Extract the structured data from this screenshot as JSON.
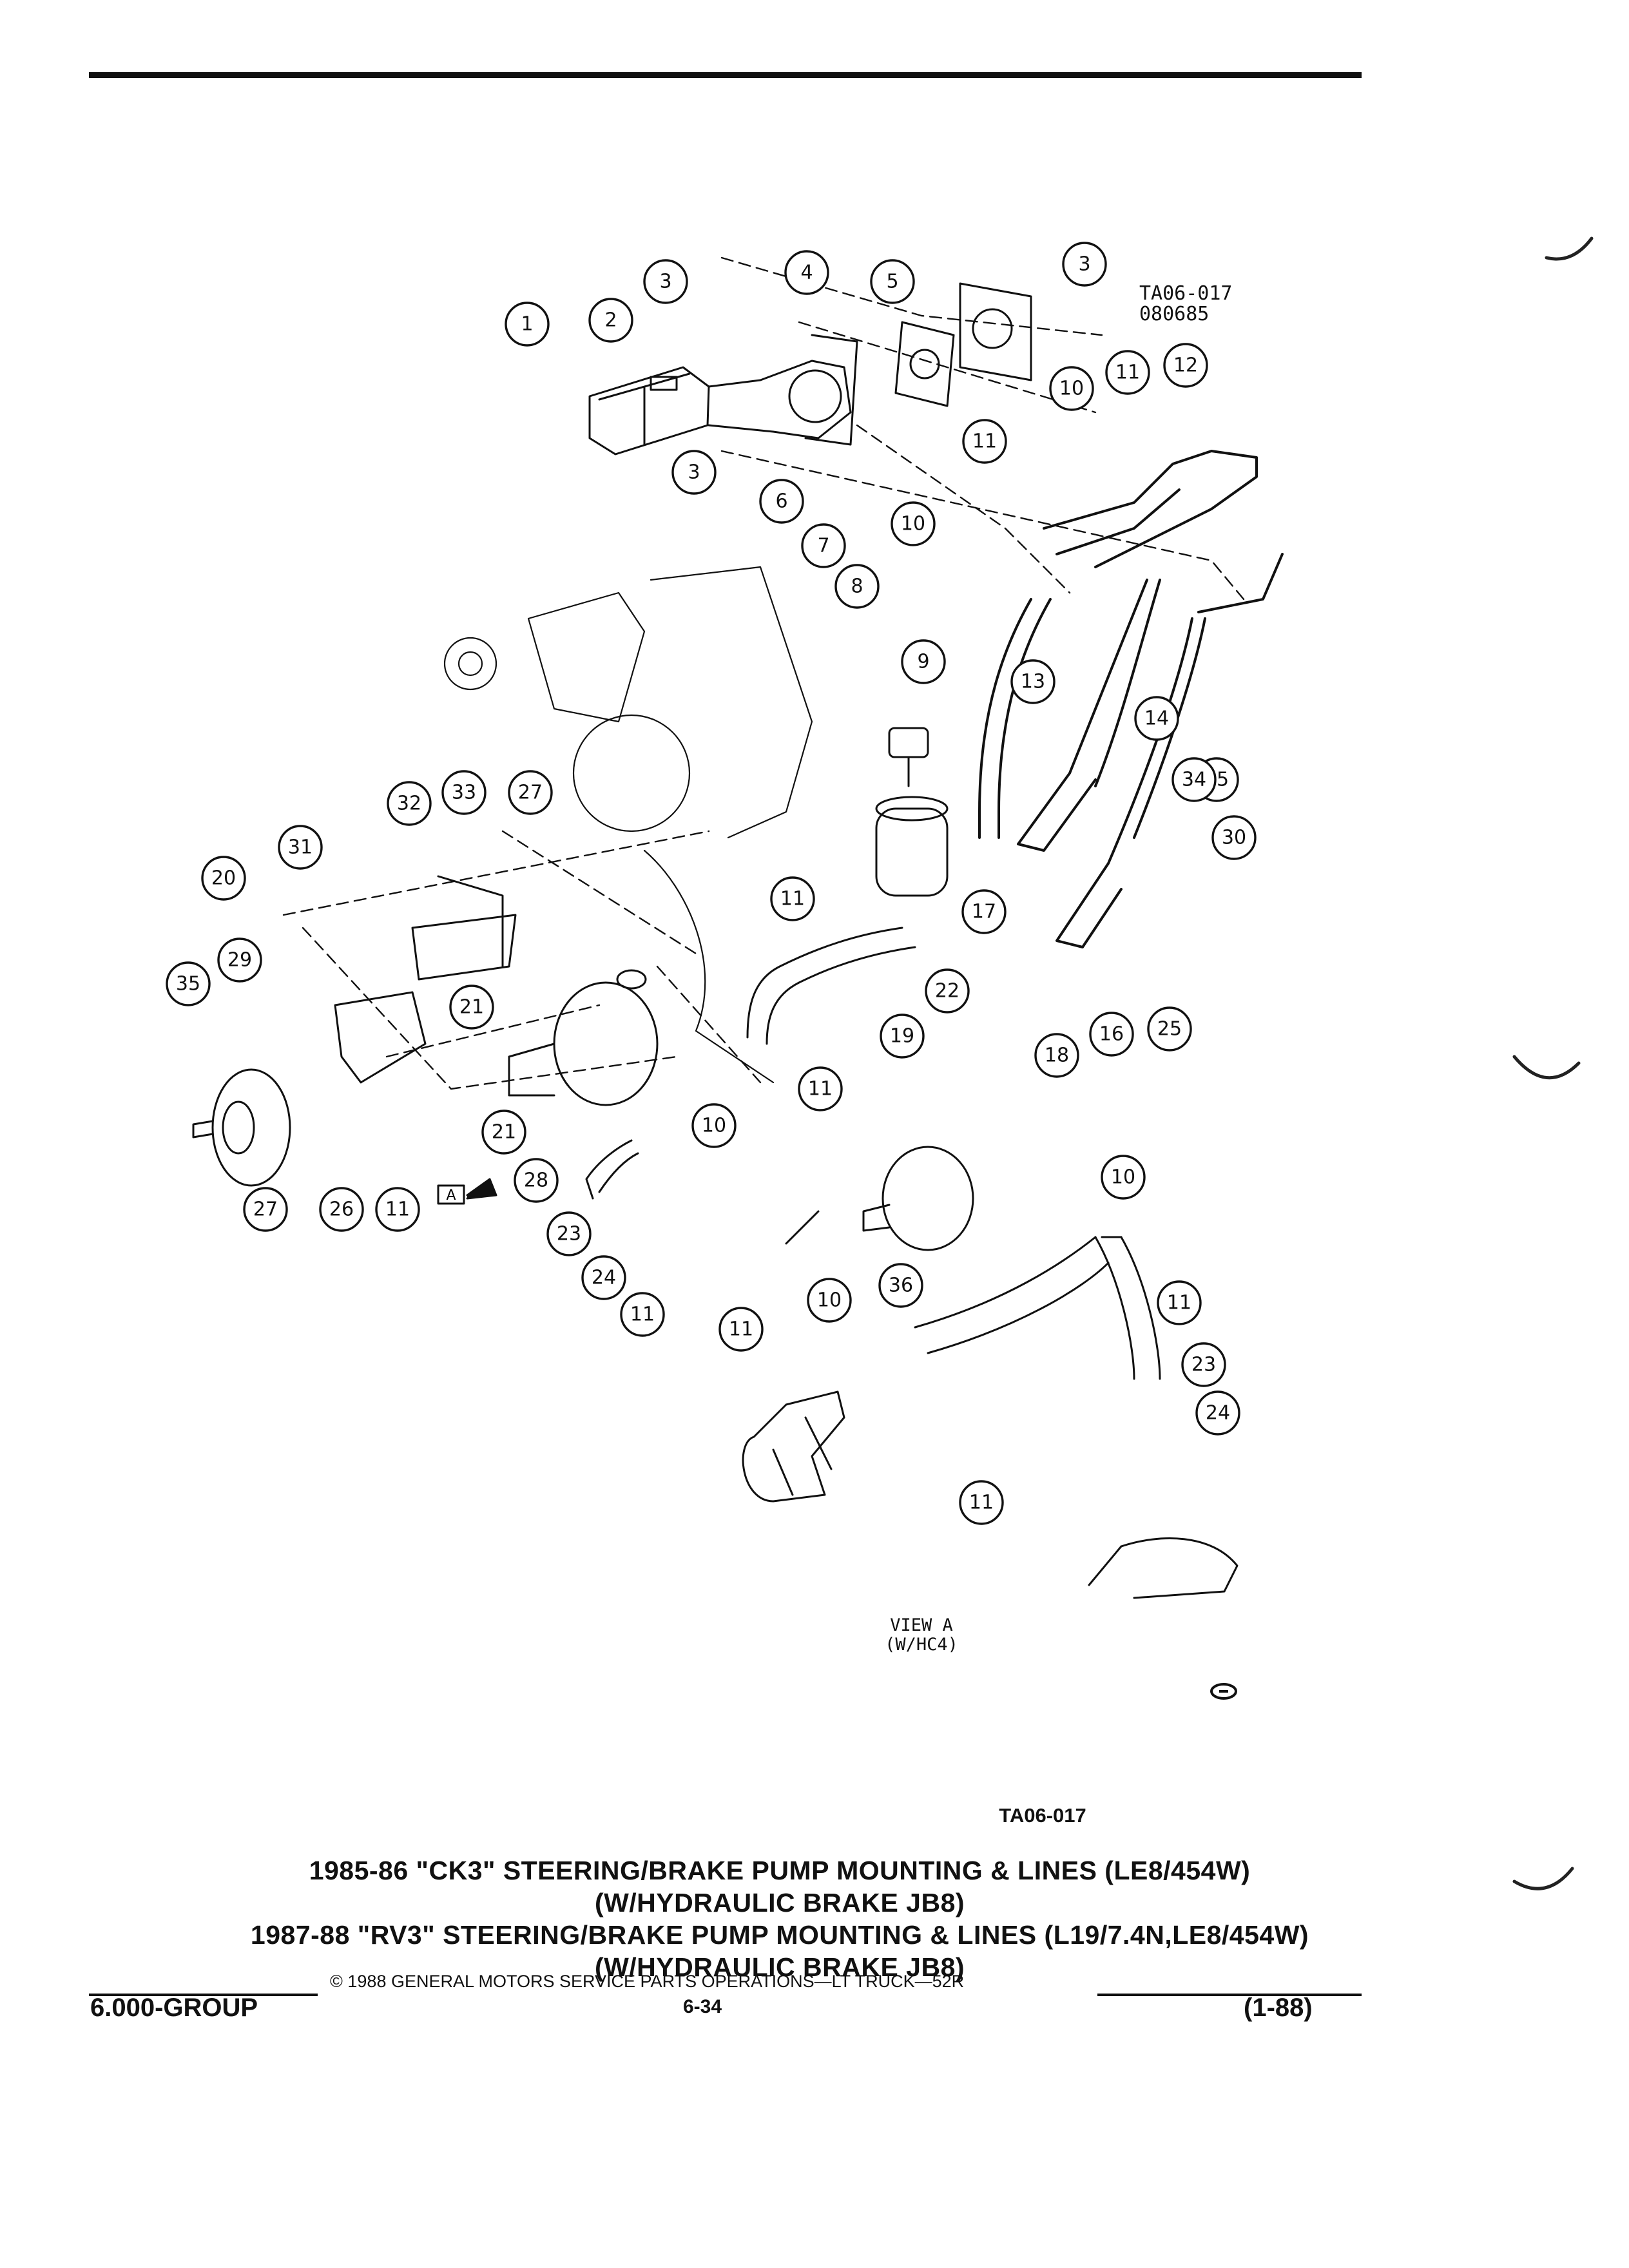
{
  "header": {
    "stamp_line1": "TA06-017",
    "stamp_line2": "080685"
  },
  "callouts": [
    {
      "label": "1"
    },
    {
      "label": "2"
    },
    {
      "label": "3"
    },
    {
      "label": "4"
    },
    {
      "label": "5"
    },
    {
      "label": "3"
    },
    {
      "label": "10"
    },
    {
      "label": "11"
    },
    {
      "label": "12"
    },
    {
      "label": "3"
    },
    {
      "label": "11"
    },
    {
      "label": "6"
    },
    {
      "label": "7"
    },
    {
      "label": "10"
    },
    {
      "label": "8"
    },
    {
      "label": "9"
    },
    {
      "label": "13"
    },
    {
      "label": "14"
    },
    {
      "label": "15"
    },
    {
      "label": "34"
    },
    {
      "label": "32"
    },
    {
      "label": "33"
    },
    {
      "label": "27"
    },
    {
      "label": "31"
    },
    {
      "label": "20"
    },
    {
      "label": "11"
    },
    {
      "label": "17"
    },
    {
      "label": "30"
    },
    {
      "label": "29"
    },
    {
      "label": "35"
    },
    {
      "label": "21"
    },
    {
      "label": "22"
    },
    {
      "label": "19"
    },
    {
      "label": "18"
    },
    {
      "label": "16"
    },
    {
      "label": "25"
    },
    {
      "label": "21"
    },
    {
      "label": "11"
    },
    {
      "label": "10"
    },
    {
      "label": "28"
    },
    {
      "label": "27"
    },
    {
      "label": "26"
    },
    {
      "label": "11"
    },
    {
      "label": "23"
    },
    {
      "label": "24"
    },
    {
      "label": "11"
    },
    {
      "label": "10"
    },
    {
      "label": "36"
    },
    {
      "label": "11"
    },
    {
      "label": "10"
    },
    {
      "label": "11"
    },
    {
      "label": "23"
    },
    {
      "label": "24"
    },
    {
      "label": "11"
    }
  ],
  "view_a": {
    "line1": "VIEW  A",
    "line2": "(W/HC4)",
    "arrow_tag": "A"
  },
  "figure_id": "TA06-017",
  "titles": [
    "1985-86 \"CK3\" STEERING/BRAKE PUMP MOUNTING & LINES (LE8/454W)",
    "(W/HYDRAULIC BRAKE JB8)",
    "1987-88 \"RV3\" STEERING/BRAKE PUMP MOUNTING & LINES (L19/7.4N,LE8/454W)",
    "(W/HYDRAULIC BRAKE JB8)"
  ],
  "footer": {
    "copyright": "© 1988  GENERAL MOTORS SERVICE PARTS OPERATIONS—LT TRUCK—52R",
    "group": "6.000-GROUP",
    "page": "6-34",
    "revision": "(1-88)"
  }
}
